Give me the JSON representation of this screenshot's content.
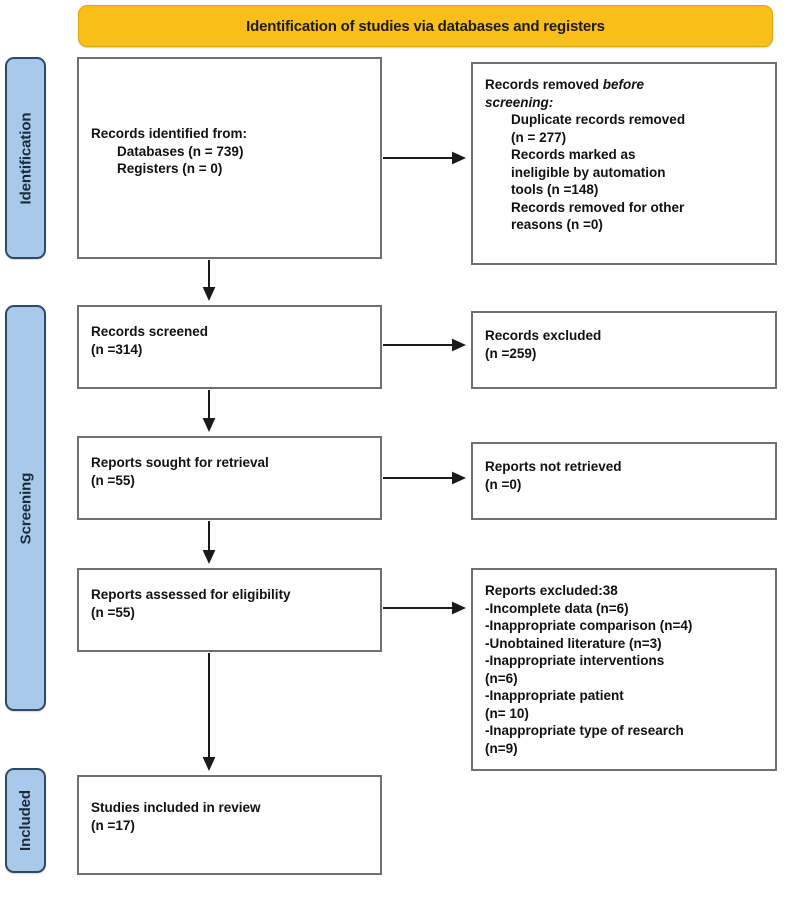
{
  "header": {
    "title": "Identification of studies via databases and registers",
    "background_color": "#F9BE17"
  },
  "stages": [
    {
      "name": "identification",
      "label": "Identification"
    },
    {
      "name": "screening",
      "label": "Screening"
    },
    {
      "name": "included",
      "label": "Included"
    }
  ],
  "stage_color": "#a9c9ea",
  "boxes": {
    "identified": {
      "line1": "Records identified from:",
      "line2": "Databases (n = 739)",
      "line3": "Registers (n = 0)"
    },
    "removed": {
      "line1_a": "Records removed ",
      "line1_b": "before",
      "line2": "screening:",
      "line3": "Duplicate records removed",
      "line4": "(n = 277)",
      "line5": "Records marked as",
      "line6": "ineligible by automation",
      "line7": "tools (n =148)",
      "line8": "Records removed for other",
      "line9": "reasons (n =0)"
    },
    "screened": {
      "line1": "Records screened",
      "line2": "(n =314)"
    },
    "excluded_records": {
      "line1": "Records excluded",
      "line2": "(n =259)"
    },
    "sought": {
      "line1": "Reports sought for retrieval",
      "line2": "(n =55)"
    },
    "not_retrieved": {
      "line1": "Reports not retrieved",
      "line2": "(n =0)"
    },
    "assessed": {
      "line1": "Reports assessed for eligibility",
      "line2": "(n =55)"
    },
    "excluded_reports": {
      "line1": "Reports excluded:38",
      "line2": "-Incomplete data (n=6)",
      "line3": "-Inappropriate comparison (n=4)",
      "line4": "-Unobtained literature (n=3)",
      "line5": "-Inappropriate interventions",
      "line6": "(n=6)",
      "line7": "-Inappropriate patient",
      "line8": "(n= 10)",
      "line9": "-Inappropriate type of research",
      "line10": "(n=9)"
    },
    "included": {
      "line1": "Studies included in review",
      "line2": "(n =17)"
    }
  },
  "chart_data": {
    "type": "diagram",
    "title": "Identification of studies via databases and registers",
    "nodes": [
      {
        "id": "identified",
        "stage": "Identification",
        "label": "Records identified from: Databases (n = 739); Registers (n = 0)",
        "n": 739
      },
      {
        "id": "removed",
        "stage": "Identification",
        "label": "Records removed before screening",
        "duplicates": 277,
        "automation_ineligible": 148,
        "other_reasons": 0
      },
      {
        "id": "screened",
        "stage": "Screening",
        "label": "Records screened",
        "n": 314
      },
      {
        "id": "excluded_records",
        "stage": "Screening",
        "label": "Records excluded",
        "n": 259
      },
      {
        "id": "sought",
        "stage": "Screening",
        "label": "Reports sought for retrieval",
        "n": 55
      },
      {
        "id": "not_retrieved",
        "stage": "Screening",
        "label": "Reports not retrieved",
        "n": 0
      },
      {
        "id": "assessed",
        "stage": "Screening",
        "label": "Reports assessed for eligibility",
        "n": 55
      },
      {
        "id": "excluded_reports",
        "stage": "Screening",
        "label": "Reports excluded",
        "n": 38,
        "reasons": [
          {
            "reason": "Incomplete data",
            "n": 6
          },
          {
            "reason": "Inappropriate comparison",
            "n": 4
          },
          {
            "reason": "Unobtained literature",
            "n": 3
          },
          {
            "reason": "Inappropriate interventions",
            "n": 6
          },
          {
            "reason": "Inappropriate patient",
            "n": 10
          },
          {
            "reason": "Inappropriate type of research",
            "n": 9
          }
        ]
      },
      {
        "id": "included",
        "stage": "Included",
        "label": "Studies included in review",
        "n": 17
      }
    ],
    "edges": [
      {
        "from": "identified",
        "to": "removed",
        "direction": "right"
      },
      {
        "from": "identified",
        "to": "screened",
        "direction": "down"
      },
      {
        "from": "screened",
        "to": "excluded_records",
        "direction": "right"
      },
      {
        "from": "screened",
        "to": "sought",
        "direction": "down"
      },
      {
        "from": "sought",
        "to": "not_retrieved",
        "direction": "right"
      },
      {
        "from": "sought",
        "to": "assessed",
        "direction": "down"
      },
      {
        "from": "assessed",
        "to": "excluded_reports",
        "direction": "right"
      },
      {
        "from": "assessed",
        "to": "included",
        "direction": "down"
      }
    ]
  }
}
